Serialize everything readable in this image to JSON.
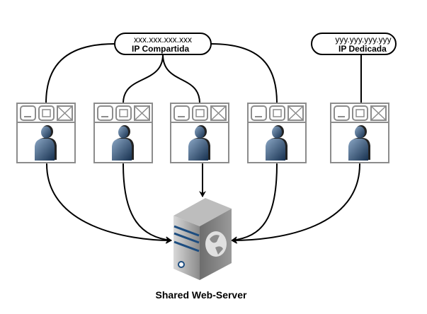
{
  "shared_ip": {
    "address": "xxx.xxx.xxx.xxx",
    "label": "IP Compartida"
  },
  "dedicated_ip": {
    "address": "yyy.yyy.yyy.yyy",
    "label": "IP Dedicada"
  },
  "server": {
    "label": "Shared Web-Server",
    "icon": "server-globe-icon"
  },
  "clients": [
    {
      "icon": "user-window-icon",
      "ip": "shared"
    },
    {
      "icon": "user-window-icon",
      "ip": "shared"
    },
    {
      "icon": "user-window-icon",
      "ip": "shared"
    },
    {
      "icon": "user-window-icon",
      "ip": "shared"
    },
    {
      "icon": "user-window-icon",
      "ip": "dedicated"
    }
  ],
  "colors": {
    "window_border": "#808080",
    "user": "#2e4a6b",
    "server": "#7a7a7a",
    "server_stripe": "#1d4d80"
  }
}
